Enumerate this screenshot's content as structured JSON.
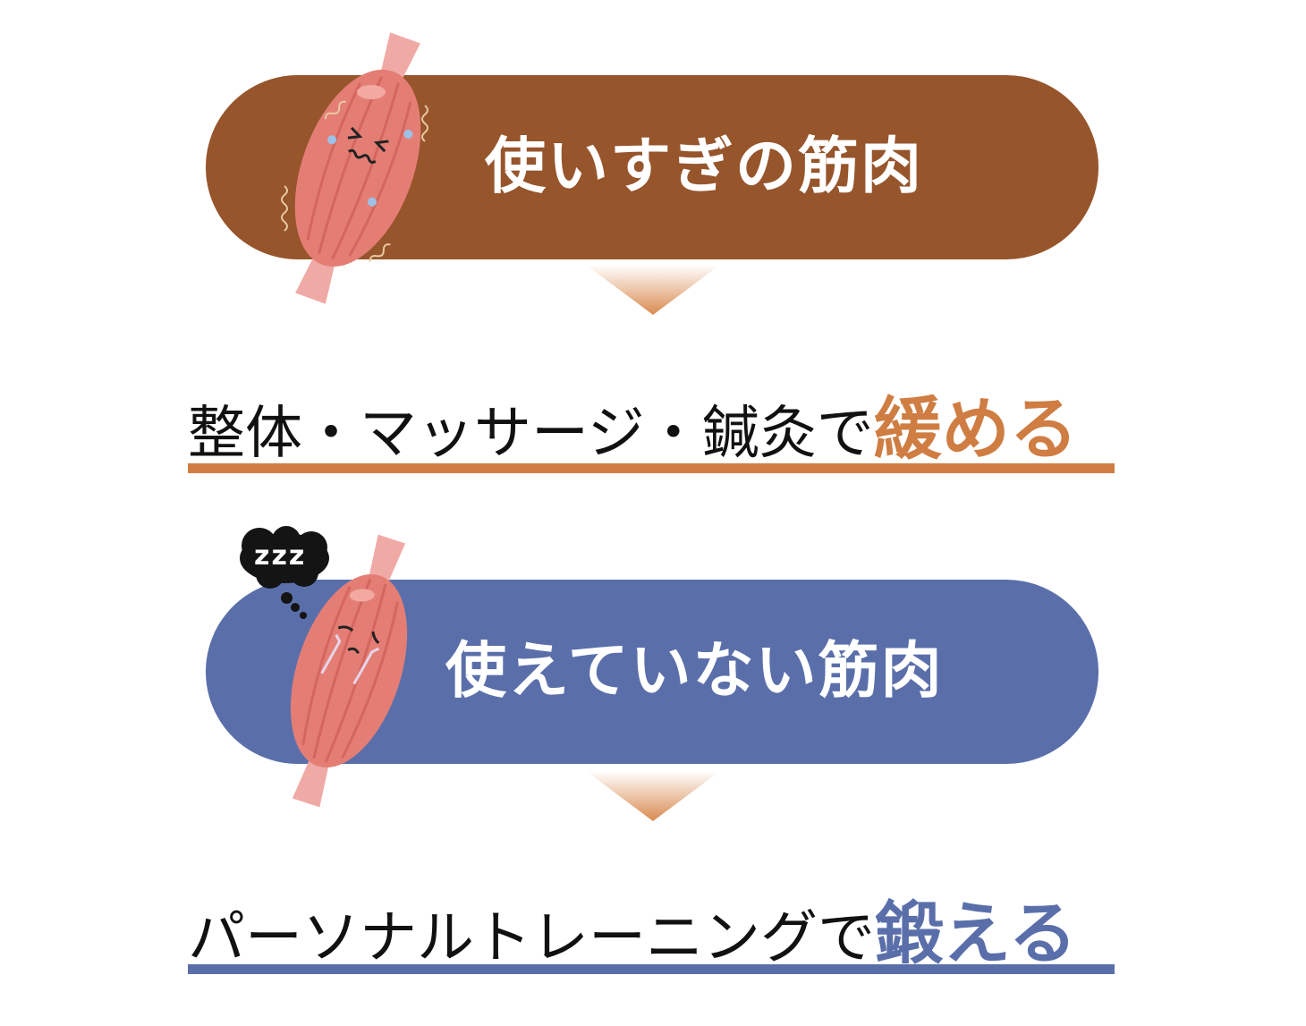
{
  "colors": {
    "overused_brown": "#97552C",
    "relax_orange": "#CF7D42",
    "unused_blue": "#5A6FAA",
    "text_black": "#111111",
    "muscle_pink": "#E47E75",
    "tendon_pink": "#F0AAA6"
  },
  "section_overused": {
    "title": "使いすぎの筋肉",
    "icon": "stressed-muscle-icon",
    "caption_prefix": "整体・マッサージ・鍼灸で",
    "caption_emphasis": "緩める"
  },
  "section_unused": {
    "title": "使えていない筋肉",
    "icon": "sleepy-muscle-icon",
    "thought_bubble": "zzz",
    "caption_prefix": "パーソナルトレーニングで",
    "caption_emphasis": "鍛える"
  }
}
